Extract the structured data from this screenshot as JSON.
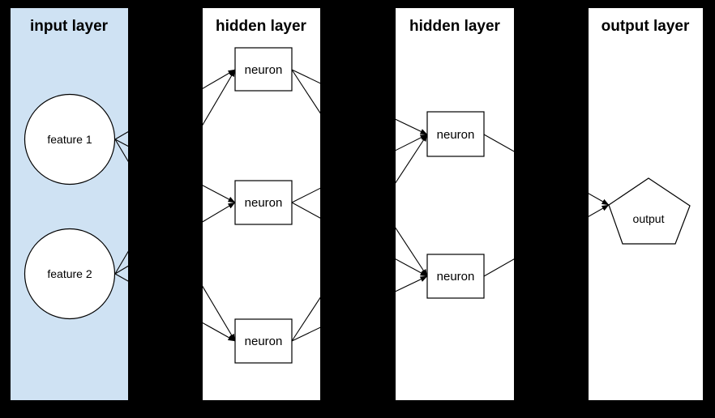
{
  "diagram": {
    "background_color": "#000000",
    "stroke_color": "#000000",
    "node_fill": "#ffffff",
    "layers": [
      {
        "id": "input",
        "title": "input layer",
        "panel_fill": "#cfe2f3"
      },
      {
        "id": "hidden-1",
        "title": "hidden layer",
        "panel_fill": "#ffffff"
      },
      {
        "id": "hidden-2",
        "title": "hidden layer",
        "panel_fill": "#ffffff"
      },
      {
        "id": "output",
        "title": "output layer",
        "panel_fill": "#ffffff"
      }
    ],
    "nodes": {
      "feature1": {
        "label": "feature 1",
        "shape": "circle",
        "layer": "input"
      },
      "feature2": {
        "label": "feature 2",
        "shape": "circle",
        "layer": "input"
      },
      "h1n1": {
        "label": "neuron",
        "shape": "rectangle",
        "layer": "hidden-1"
      },
      "h1n2": {
        "label": "neuron",
        "shape": "rectangle",
        "layer": "hidden-1"
      },
      "h1n3": {
        "label": "neuron",
        "shape": "rectangle",
        "layer": "hidden-1"
      },
      "h2n1": {
        "label": "neuron",
        "shape": "rectangle",
        "layer": "hidden-2"
      },
      "h2n2": {
        "label": "neuron",
        "shape": "rectangle",
        "layer": "hidden-2"
      },
      "output": {
        "label": "output",
        "shape": "pentagon",
        "layer": "output"
      }
    },
    "edges": [
      {
        "from": "feature1",
        "to": "h1n1"
      },
      {
        "from": "feature1",
        "to": "h1n2"
      },
      {
        "from": "feature1",
        "to": "h1n3"
      },
      {
        "from": "feature2",
        "to": "h1n1"
      },
      {
        "from": "feature2",
        "to": "h1n2"
      },
      {
        "from": "feature2",
        "to": "h1n3"
      },
      {
        "from": "h1n1",
        "to": "h2n1"
      },
      {
        "from": "h1n1",
        "to": "h2n2"
      },
      {
        "from": "h1n2",
        "to": "h2n1"
      },
      {
        "from": "h1n2",
        "to": "h2n2"
      },
      {
        "from": "h1n3",
        "to": "h2n1"
      },
      {
        "from": "h1n3",
        "to": "h2n2"
      },
      {
        "from": "h2n1",
        "to": "output"
      },
      {
        "from": "h2n2",
        "to": "output"
      }
    ]
  }
}
